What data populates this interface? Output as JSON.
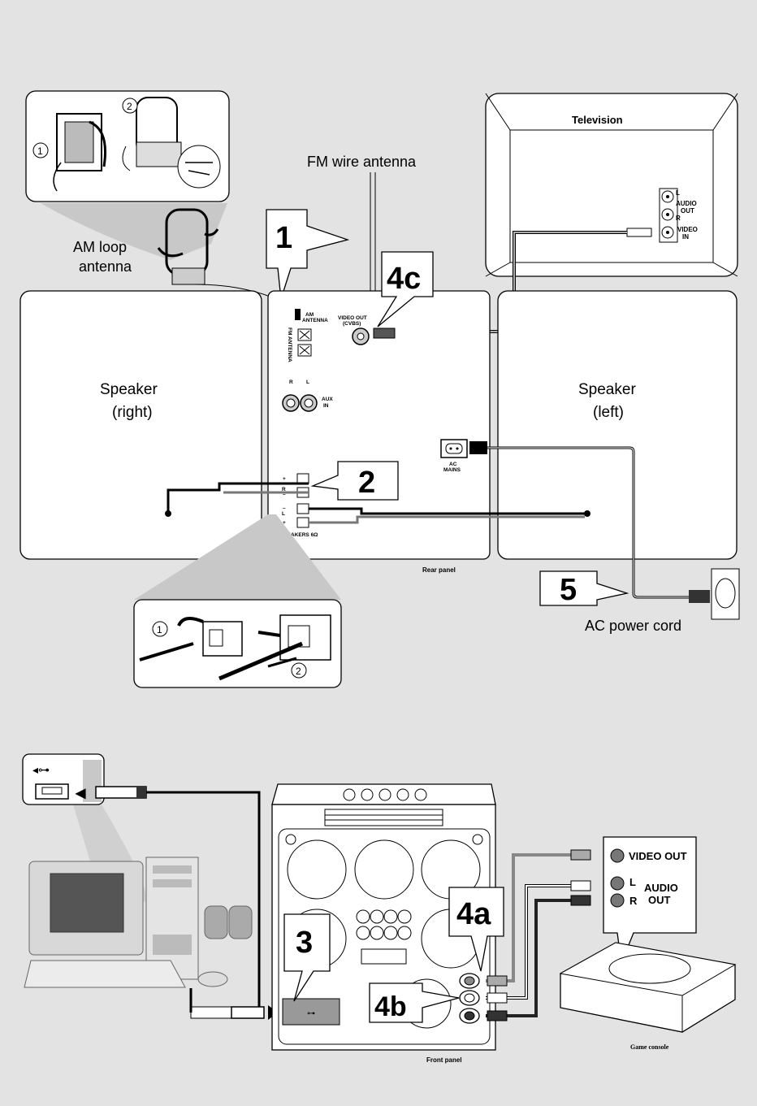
{
  "antenna": {
    "fm_label": "FM wire antenna",
    "am_label_1": "AM  loop",
    "am_label_2": "antenna"
  },
  "television": {
    "title": "Television",
    "jack_l": "L",
    "jack_audio": "AUDIO",
    "jack_out": "OUT",
    "jack_r": "R",
    "jack_video": "VIDEO",
    "jack_in": "IN"
  },
  "speakers": {
    "right_line1": "Speaker",
    "right_line2": "(right)",
    "left_line1": "Speaker",
    "left_line2": "(left)"
  },
  "rear_panel": {
    "caption": "Rear panel",
    "am_antenna_1": "AM",
    "am_antenna_2": "ANTENNA",
    "fm_antenna": "FM ANTENNA",
    "video_out_1": "VIDEO OUT",
    "video_out_2": "(CVBS)",
    "aux_r": "R",
    "aux_l": "L",
    "aux_in_1": "AUX",
    "aux_in_2": "IN",
    "ac_mains_1": "AC",
    "ac_mains_2": "MAINS",
    "speakers_label": "SPEAKERS 6Ω",
    "term_r": "R",
    "term_l": "L",
    "plus": "+",
    "minus": "–"
  },
  "callouts": {
    "c1": "1",
    "c2": "2",
    "c3": "3",
    "c4a": "4a",
    "c4b": "4b",
    "c4c": "4c",
    "c5": "5",
    "step1": "1",
    "step2": "2"
  },
  "power": {
    "cord_label": "AC power cord"
  },
  "front_panel": {
    "caption": "Front panel"
  },
  "game_console": {
    "caption": "Game console",
    "video_out": "VIDEO OUT",
    "l": "L",
    "r": "R",
    "audio": "AUDIO",
    "out": "OUT"
  }
}
